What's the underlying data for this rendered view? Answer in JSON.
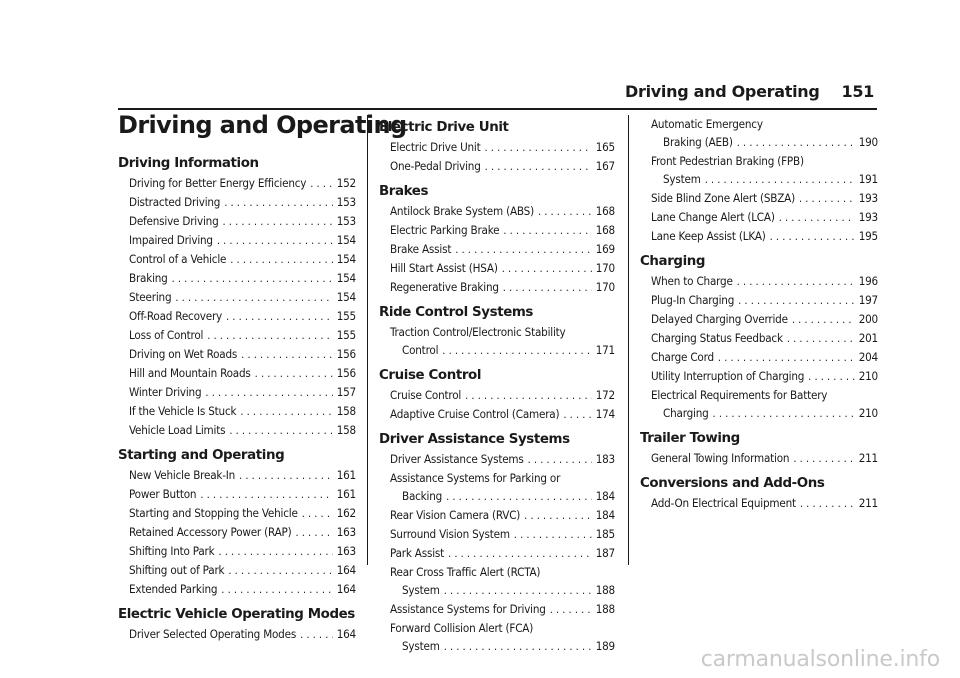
{
  "header": {
    "section": "Driving and Operating",
    "page_number": "151"
  },
  "chapter_title": "Driving and Operating",
  "columns": [
    {
      "sections": [
        {
          "title": "Driving Information",
          "entries": [
            {
              "title": "Driving for Better Energy Efficiency",
              "page": "152"
            },
            {
              "title": "Distracted Driving",
              "page": "153"
            },
            {
              "title": "Defensive Driving",
              "page": "153"
            },
            {
              "title": "Impaired Driving",
              "page": "154"
            },
            {
              "title": "Control of a Vehicle",
              "page": "154"
            },
            {
              "title": "Braking",
              "page": "154"
            },
            {
              "title": "Steering",
              "page": "154"
            },
            {
              "title": "Off-Road Recovery",
              "page": "155"
            },
            {
              "title": "Loss of Control",
              "page": "155"
            },
            {
              "title": "Driving on Wet Roads",
              "page": "156"
            },
            {
              "title": "Hill and Mountain Roads",
              "page": "156"
            },
            {
              "title": "Winter Driving",
              "page": "157"
            },
            {
              "title": "If the Vehicle Is Stuck",
              "page": "158"
            },
            {
              "title": "Vehicle Load Limits",
              "page": "158"
            }
          ]
        },
        {
          "title": "Starting and Operating",
          "entries": [
            {
              "title": "New Vehicle Break-In",
              "page": "161"
            },
            {
              "title": "Power Button",
              "page": "161"
            },
            {
              "title": "Starting and Stopping the Vehicle",
              "page": "162"
            },
            {
              "title": "Retained Accessory Power (RAP)",
              "page": "163"
            },
            {
              "title": "Shifting Into Park",
              "page": "163"
            },
            {
              "title": "Shifting out of Park",
              "page": "164"
            },
            {
              "title": "Extended Parking",
              "page": "164"
            }
          ]
        },
        {
          "title": "Electric Vehicle Operating Modes",
          "entries": [
            {
              "title": "Driver Selected Operating Modes",
              "page": "164"
            }
          ]
        }
      ]
    },
    {
      "sections": [
        {
          "title": "Electric Drive Unit",
          "entries": [
            {
              "title": "Electric Drive Unit",
              "page": "165"
            },
            {
              "title": "One-Pedal Driving",
              "page": "167"
            }
          ]
        },
        {
          "title": "Brakes",
          "entries": [
            {
              "title": "Antilock Brake System (ABS)",
              "page": "168"
            },
            {
              "title": "Electric Parking Brake",
              "page": "168"
            },
            {
              "title": "Brake Assist",
              "page": "169"
            },
            {
              "title": "Hill Start Assist (HSA)",
              "page": "170"
            },
            {
              "title": "Regenerative Braking",
              "page": "170"
            }
          ]
        },
        {
          "title": "Ride Control Systems",
          "entries": [
            {
              "line1": "Traction Control/Electronic Stability",
              "title": "Control",
              "page": "171"
            }
          ]
        },
        {
          "title": "Cruise Control",
          "entries": [
            {
              "title": "Cruise Control",
              "page": "172"
            },
            {
              "title": "Adaptive Cruise Control (Camera)",
              "page": "174"
            }
          ]
        },
        {
          "title": "Driver Assistance Systems",
          "entries": [
            {
              "title": "Driver Assistance Systems",
              "page": "183"
            },
            {
              "line1": "Assistance Systems for Parking or",
              "title": "Backing",
              "page": "184"
            },
            {
              "title": "Rear Vision Camera (RVC)",
              "page": "184"
            },
            {
              "title": "Surround Vision System",
              "page": "185"
            },
            {
              "title": "Park Assist",
              "page": "187"
            },
            {
              "line1": "Rear Cross Traffic Alert (RCTA)",
              "title": "System",
              "page": "188"
            },
            {
              "title": "Assistance Systems for Driving",
              "page": "188"
            },
            {
              "line1": "Forward Collision Alert (FCA)",
              "title": "System",
              "page": "189"
            }
          ]
        }
      ]
    },
    {
      "sections": [
        {
          "title": "",
          "entries": [
            {
              "line1": "Automatic Emergency",
              "title": "Braking (AEB)",
              "page": "190"
            },
            {
              "line1": "Front Pedestrian Braking (FPB)",
              "title": "System",
              "page": "191"
            },
            {
              "title": "Side Blind Zone Alert (SBZA)",
              "page": "193"
            },
            {
              "title": "Lane Change Alert (LCA)",
              "page": "193"
            },
            {
              "title": "Lane Keep Assist (LKA)",
              "page": "195"
            }
          ]
        },
        {
          "title": "Charging",
          "entries": [
            {
              "title": "When to Charge",
              "page": "196"
            },
            {
              "title": "Plug-In Charging",
              "page": "197"
            },
            {
              "title": "Delayed Charging Override",
              "page": "200"
            },
            {
              "title": "Charging Status Feedback",
              "page": "201"
            },
            {
              "title": "Charge Cord",
              "page": "204"
            },
            {
              "title": "Utility Interruption of Charging",
              "page": "210"
            },
            {
              "line1": "Electrical Requirements for Battery",
              "title": "Charging",
              "page": "210"
            }
          ]
        },
        {
          "title": "Trailer Towing",
          "entries": [
            {
              "title": "General Towing Information",
              "page": "211"
            }
          ]
        },
        {
          "title": "Conversions and Add-Ons",
          "entries": [
            {
              "title": "Add-On Electrical Equipment",
              "page": "211"
            }
          ]
        }
      ]
    }
  ],
  "watermark": "carmanualsonline.info"
}
